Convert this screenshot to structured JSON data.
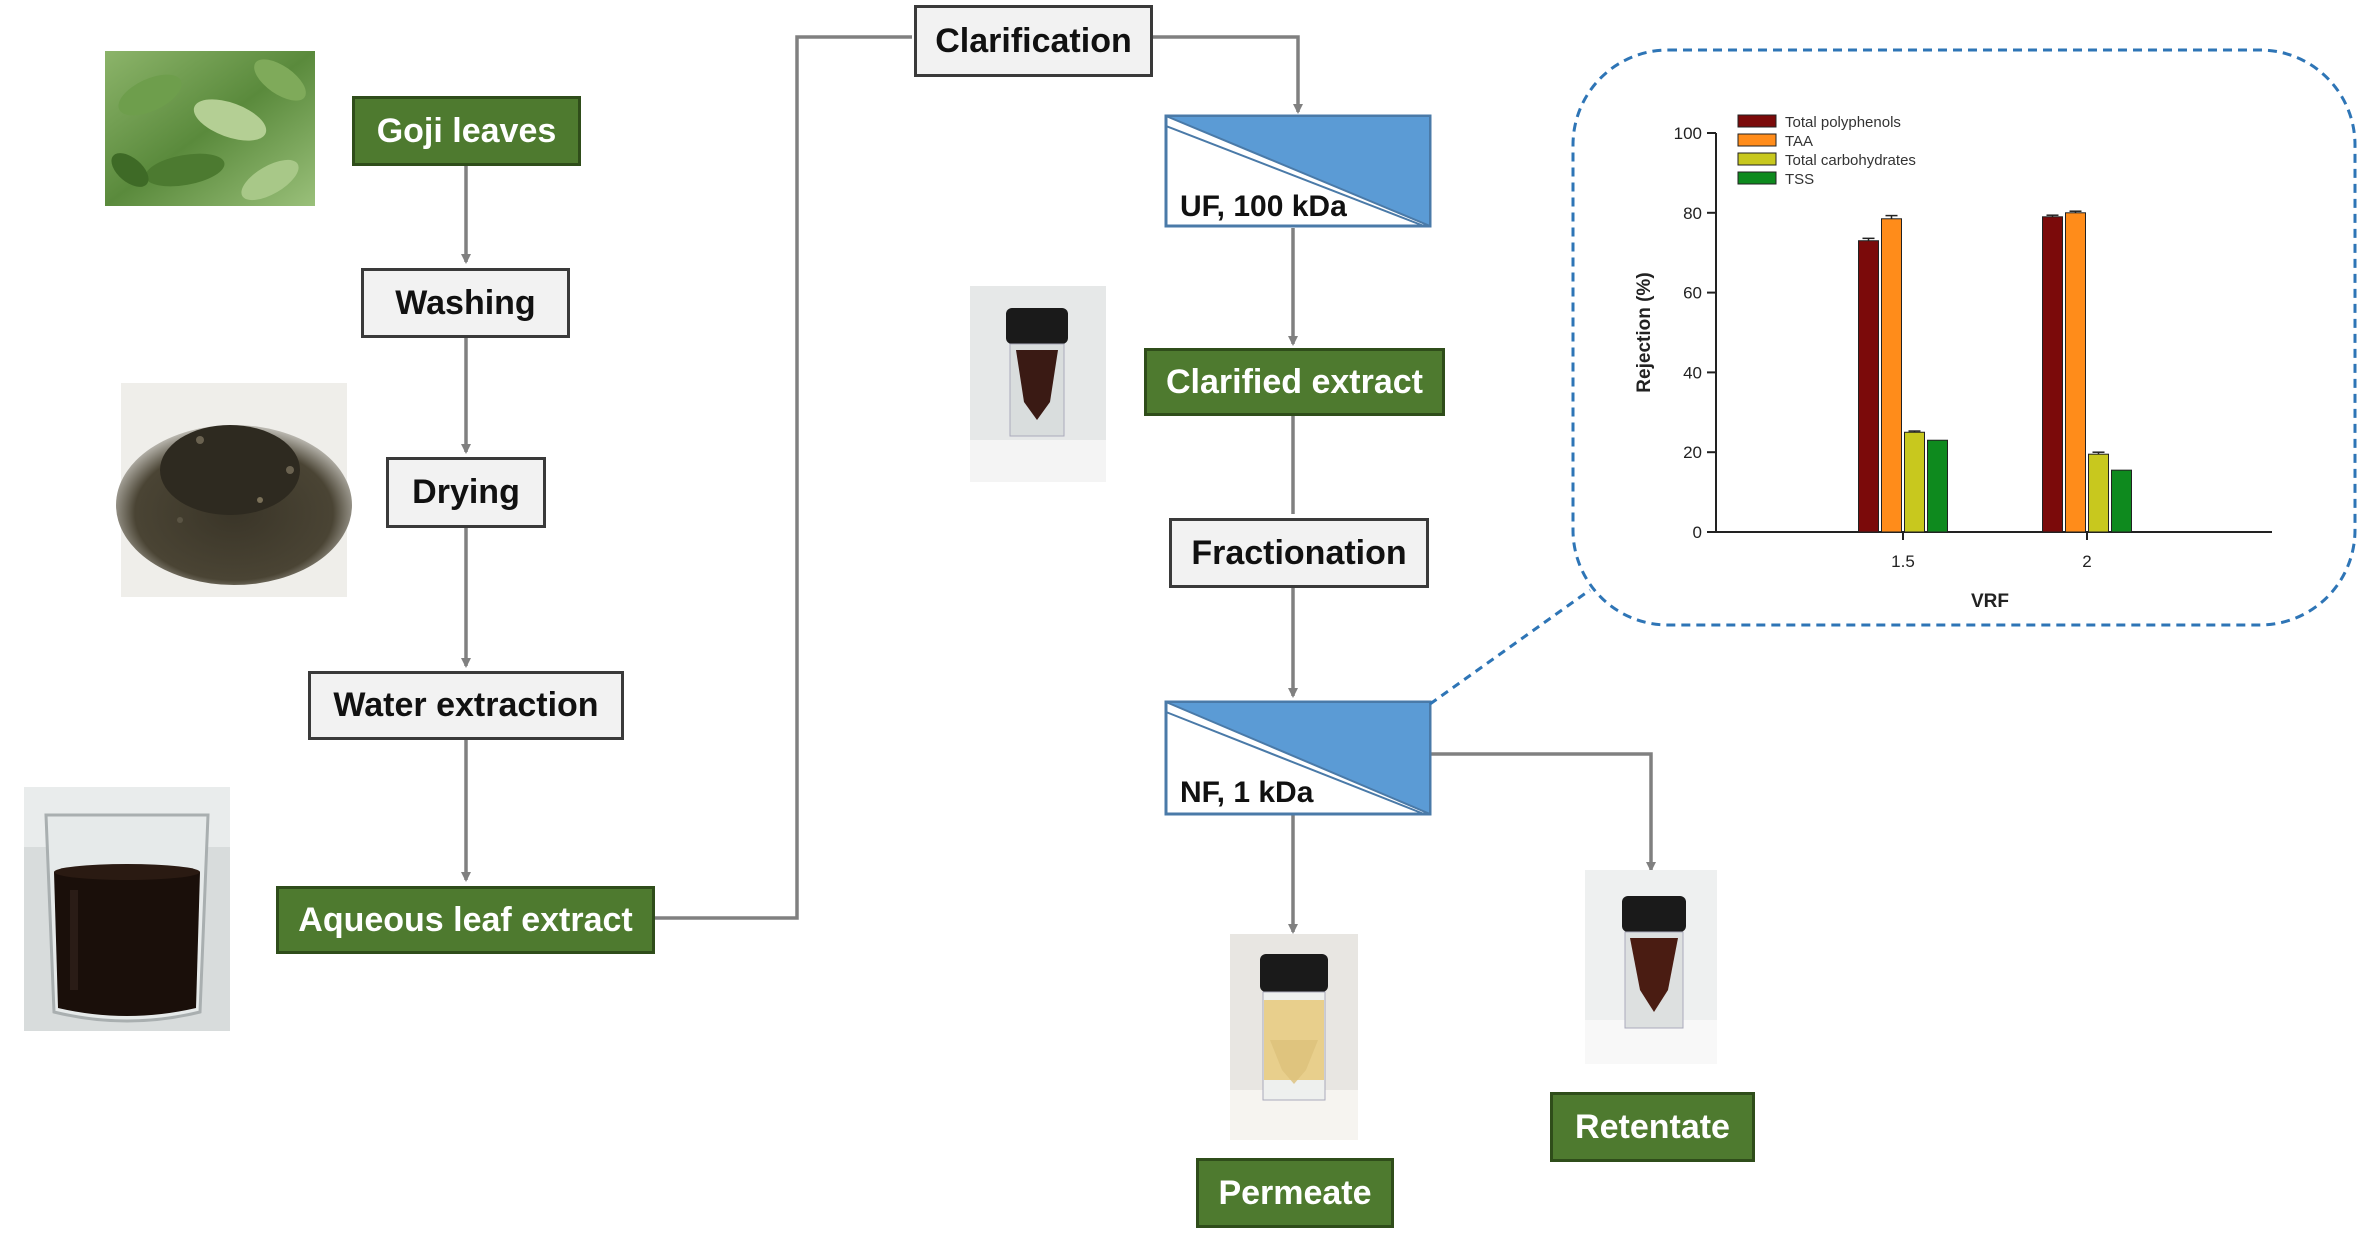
{
  "steps": {
    "goji_leaves": "Goji leaves",
    "washing": "Washing",
    "drying": "Drying",
    "water_extraction": "Water extraction",
    "aqueous_leaf_extract": "Aqueous leaf extract",
    "clarification": "Clarification",
    "uf_membrane": "UF, 100 kDa",
    "clarified_extract": "Clarified extract",
    "fractionation": "Fractionation",
    "nf_membrane": "NF, 1 kDa",
    "permeate": "Permeate",
    "retentate": "Retentate"
  },
  "colors": {
    "green_box": "#4e7a2f",
    "white_box": "#f2f2f2",
    "arrow": "#808080",
    "membrane": "#5b9bd5",
    "inset_border": "#2e75b6"
  },
  "chart_data": {
    "type": "bar",
    "categories": [
      "1.5",
      "2"
    ],
    "series": [
      {
        "name": "Total polyphenols",
        "values": [
          73,
          79
        ],
        "errors": [
          0.6,
          0.4
        ],
        "color": "#7b0a0a"
      },
      {
        "name": "TAA",
        "values": [
          78.5,
          80
        ],
        "errors": [
          0.8,
          0.4
        ],
        "color": "#ff8c1a"
      },
      {
        "name": "Total carbohydrates",
        "values": [
          25,
          19.5
        ],
        "errors": [
          0.3,
          0.5
        ],
        "color": "#c8c81e"
      },
      {
        "name": "TSS",
        "values": [
          23,
          15.5
        ],
        "errors": [
          0,
          0
        ],
        "color": "#0e8a1e"
      }
    ],
    "xlabel": "VRF",
    "ylabel": "Rejection (%)",
    "ylim": [
      0,
      100
    ],
    "yticks": [
      "0",
      "20",
      "40",
      "60",
      "80",
      "100"
    ],
    "legend": "top-left",
    "grid": false
  }
}
